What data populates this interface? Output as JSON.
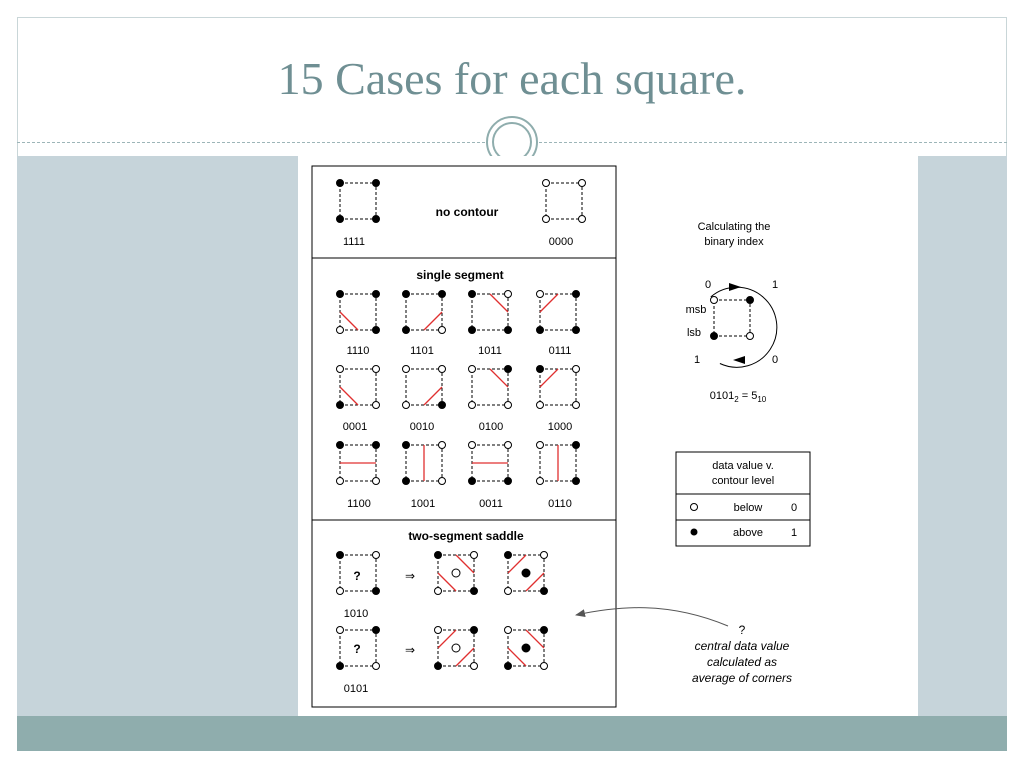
{
  "slide": {
    "title": "15 Cases for each square."
  },
  "sections": {
    "no_contour": "no contour",
    "single_segment": "single segment",
    "two_segment_saddle": "two-segment saddle"
  },
  "codes": {
    "c1111": "1111",
    "c0000": "0000",
    "c1110": "1110",
    "c1101": "1101",
    "c1011": "1011",
    "c0111": "0111",
    "c0001": "0001",
    "c0010": "0010",
    "c0100": "0100",
    "c1000": "1000",
    "c1100": "1100",
    "c1001": "1001",
    "c0011": "0011",
    "c0110": "0110",
    "c1010": "1010",
    "c0101": "0101"
  },
  "saddle": {
    "unknown_mark": "?",
    "arrow": "⇒"
  },
  "binary_index": {
    "title_line1": "Calculating the",
    "title_line2": "binary index",
    "label_top_left": "0",
    "label_top_right": "1",
    "label_bottom_left": "1",
    "label_bottom_right": "0",
    "msb": "msb",
    "lsb": "lsb",
    "formula_base": "0101",
    "formula_base_sub": "2",
    "formula_equals": " = 5",
    "formula_result_sub": "10"
  },
  "legend": {
    "header_line1": "data value v.",
    "header_line2": "contour level",
    "rows": [
      {
        "label": "below",
        "value": "0"
      },
      {
        "label": "above",
        "value": "1"
      }
    ]
  },
  "annotation": {
    "mark": "?",
    "line1": "central data value",
    "line2": "calculated as",
    "line3": "average of corners"
  },
  "colors": {
    "contour_line": "#e03030",
    "title": "#6f8f93",
    "band": "#c6d4da",
    "footer": "#8fadad"
  }
}
